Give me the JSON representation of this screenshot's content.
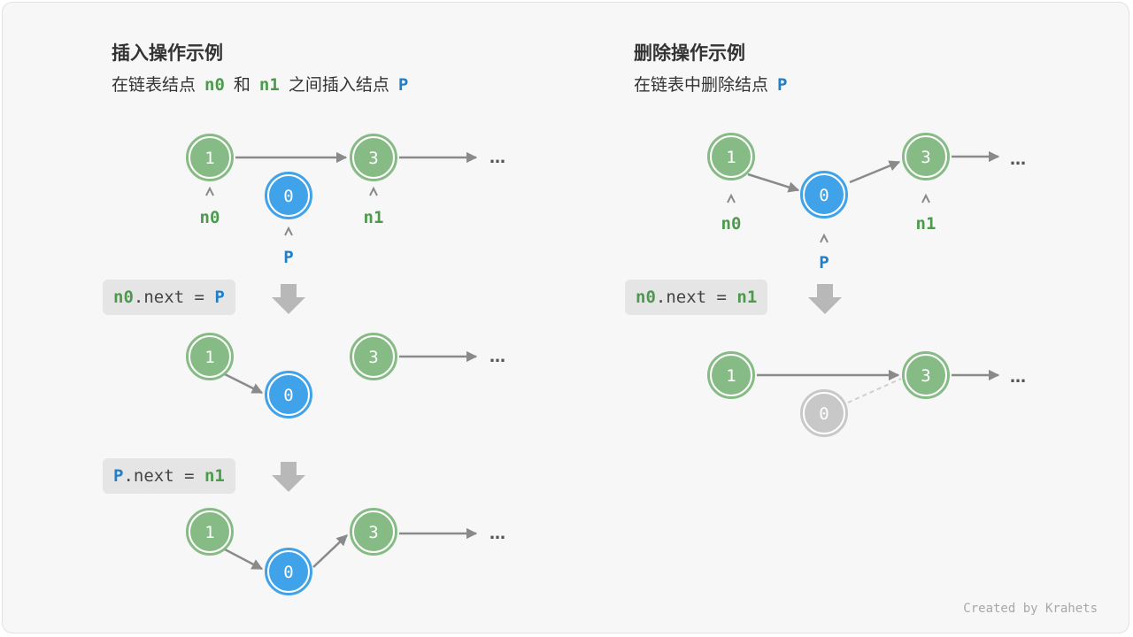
{
  "insert": {
    "title": "插入操作示例",
    "subtitle": {
      "pre": "在链表结点",
      "n0": "n0",
      "and": "和",
      "n1": "n1",
      "mid": "之间插入结点",
      "p": "P"
    },
    "step1": {
      "lhs": "n0",
      "op": ".next = ",
      "rhs": "P"
    },
    "step2": {
      "lhs": "P",
      "op": ".next = ",
      "rhs": "n1"
    }
  },
  "remove": {
    "title": "删除操作示例",
    "subtitle": {
      "pre": "在链表中删除结点",
      "p": "P"
    },
    "step1": {
      "lhs": "n0",
      "op": ".next = ",
      "rhs": "n1"
    }
  },
  "node_values": {
    "a": "1",
    "b": "3",
    "p": "0"
  },
  "pointer_labels": {
    "n0": "n0",
    "n1": "n1",
    "p": "P"
  },
  "ellipsis": "…",
  "credit": "Created by Krahets",
  "colors": {
    "node_green": "#87bb85",
    "node_blue": "#40a2e9",
    "node_gray": "#c8c8c8",
    "arrow": "#8a8a8a",
    "label_green": "#4c9a4c",
    "label_blue": "#1f7fc9"
  }
}
